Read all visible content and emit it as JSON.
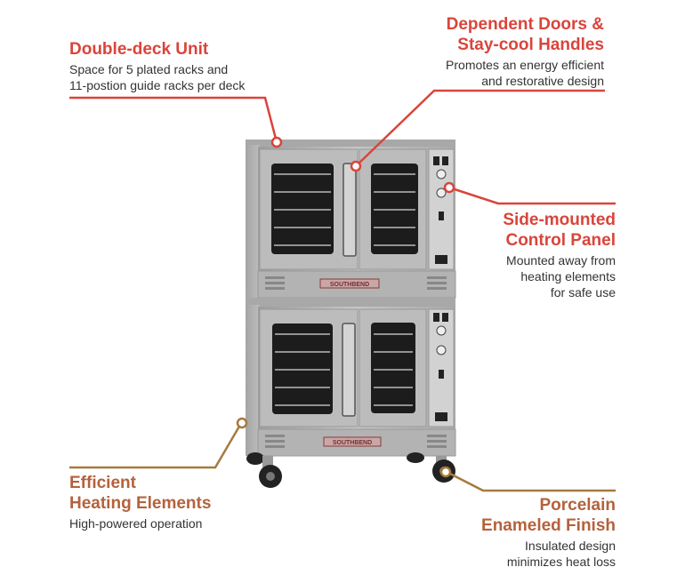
{
  "colors": {
    "red_accent": "#d9453b",
    "brown_accent": "#b4623c",
    "brown_line": "#a57a3e",
    "body_text": "#333333",
    "steel": "#b9b9b9",
    "steel_dark": "#8e8e8e",
    "window": "#1c1c1c"
  },
  "callouts": [
    {
      "id": "double-deck",
      "title_lines": [
        "Double-deck Unit"
      ],
      "desc_lines": [
        "Space for 5 plated racks and",
        "11-postion guide racks per deck"
      ]
    },
    {
      "id": "doors",
      "title_lines": [
        "Dependent Doors &",
        "Stay-cool Handles"
      ],
      "desc_lines": [
        "Promotes an energy efficient",
        "and restorative design"
      ]
    },
    {
      "id": "control",
      "title_lines": [
        "Side-mounted",
        "Control Panel"
      ],
      "desc_lines": [
        "Mounted away from",
        "heating elements",
        "for safe use"
      ]
    },
    {
      "id": "heating",
      "title_lines": [
        "Efficient",
        "Heating Elements"
      ],
      "desc_lines": [
        "High-powered operation"
      ]
    },
    {
      "id": "finish",
      "title_lines": [
        "Porcelain",
        "Enameled Finish"
      ],
      "desc_lines": [
        "Insulated design",
        "minimizes heat loss"
      ]
    }
  ],
  "product": {
    "brand_label": "SOUTHBEND",
    "decks": 2,
    "racks_per_deck": 5
  }
}
